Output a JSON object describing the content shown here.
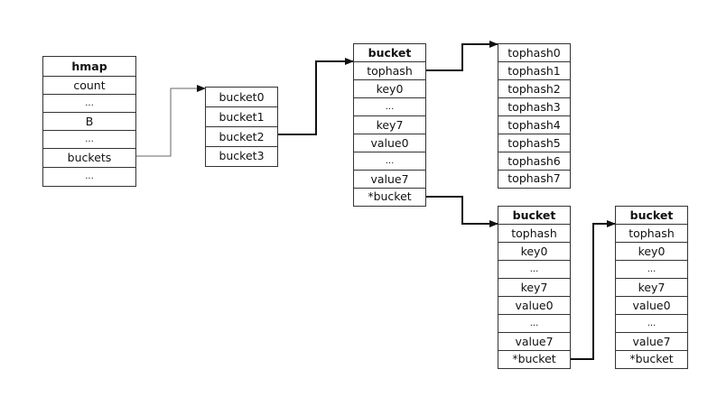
{
  "hmap": {
    "title": "hmap",
    "fields": [
      "count",
      "...",
      "B",
      "...",
      "buckets",
      "..."
    ]
  },
  "buckets_array": {
    "items": [
      "bucket0",
      "bucket1",
      "bucket2",
      "bucket3"
    ]
  },
  "bucket_main": {
    "title": "bucket",
    "fields": [
      "tophash",
      "key0",
      "...",
      "key7",
      "value0",
      "...",
      "value7",
      "*bucket"
    ]
  },
  "tophash_array": {
    "items": [
      "tophash0",
      "tophash1",
      "tophash2",
      "tophash3",
      "tophash4",
      "tophash5",
      "tophash6",
      "tophash7"
    ]
  },
  "overflow_bucket_1": {
    "title": "bucket",
    "fields": [
      "tophash",
      "key0",
      "...",
      "key7",
      "value0",
      "...",
      "value7",
      "*bucket"
    ]
  },
  "overflow_bucket_2": {
    "title": "bucket",
    "fields": [
      "tophash",
      "key0",
      "...",
      "key7",
      "value0",
      "...",
      "value7",
      "*bucket"
    ]
  }
}
